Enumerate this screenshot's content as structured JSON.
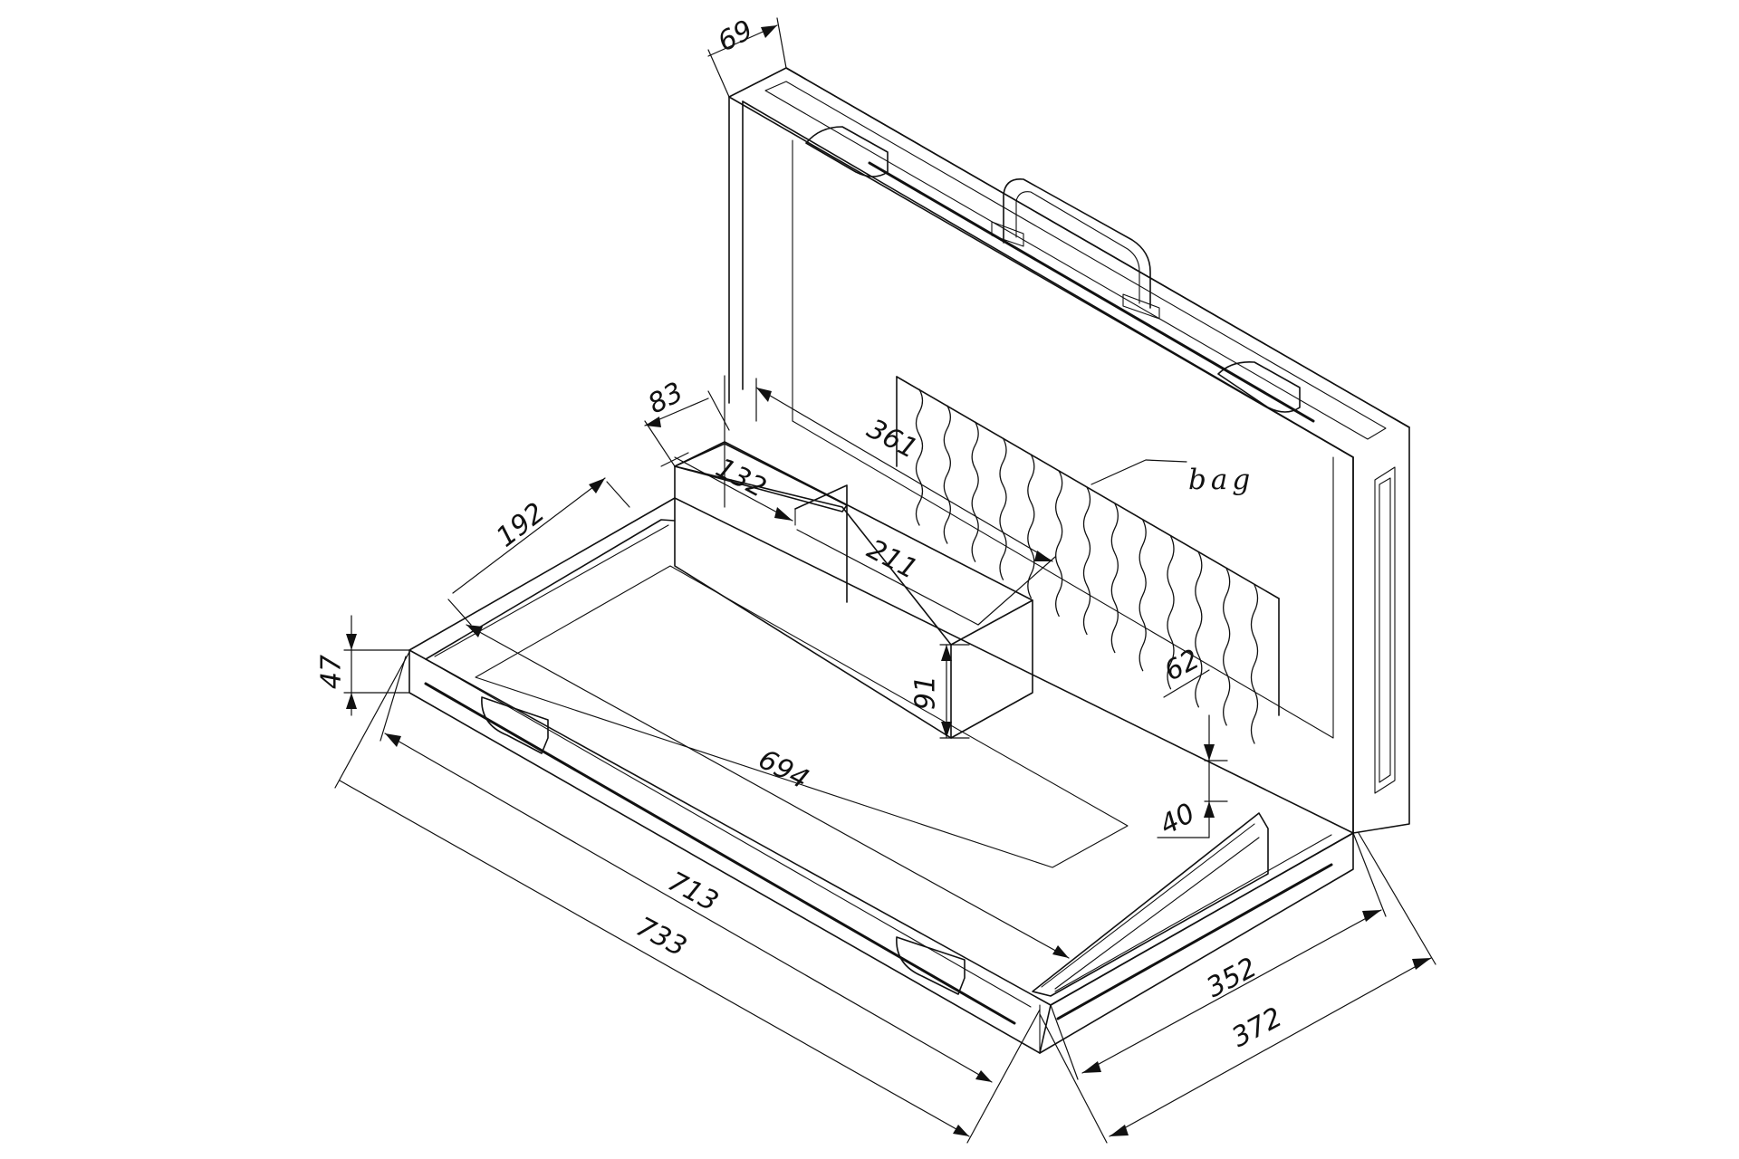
{
  "drawing": {
    "callout_label": "bag",
    "dimensions": {
      "lid_depth": "69",
      "tray_depth": "83",
      "tray_inner_width": "132",
      "tray_side_length": "192",
      "tray_compartment_length": "211",
      "lid_inner_width": "361",
      "left_rim_height": "47",
      "compartment_height": "91",
      "pocket_depth": "62",
      "right_rim_height": "40",
      "inner_length": "694",
      "base_length": "713",
      "overall_length": "733",
      "base_width": "352",
      "overall_width": "372"
    }
  }
}
